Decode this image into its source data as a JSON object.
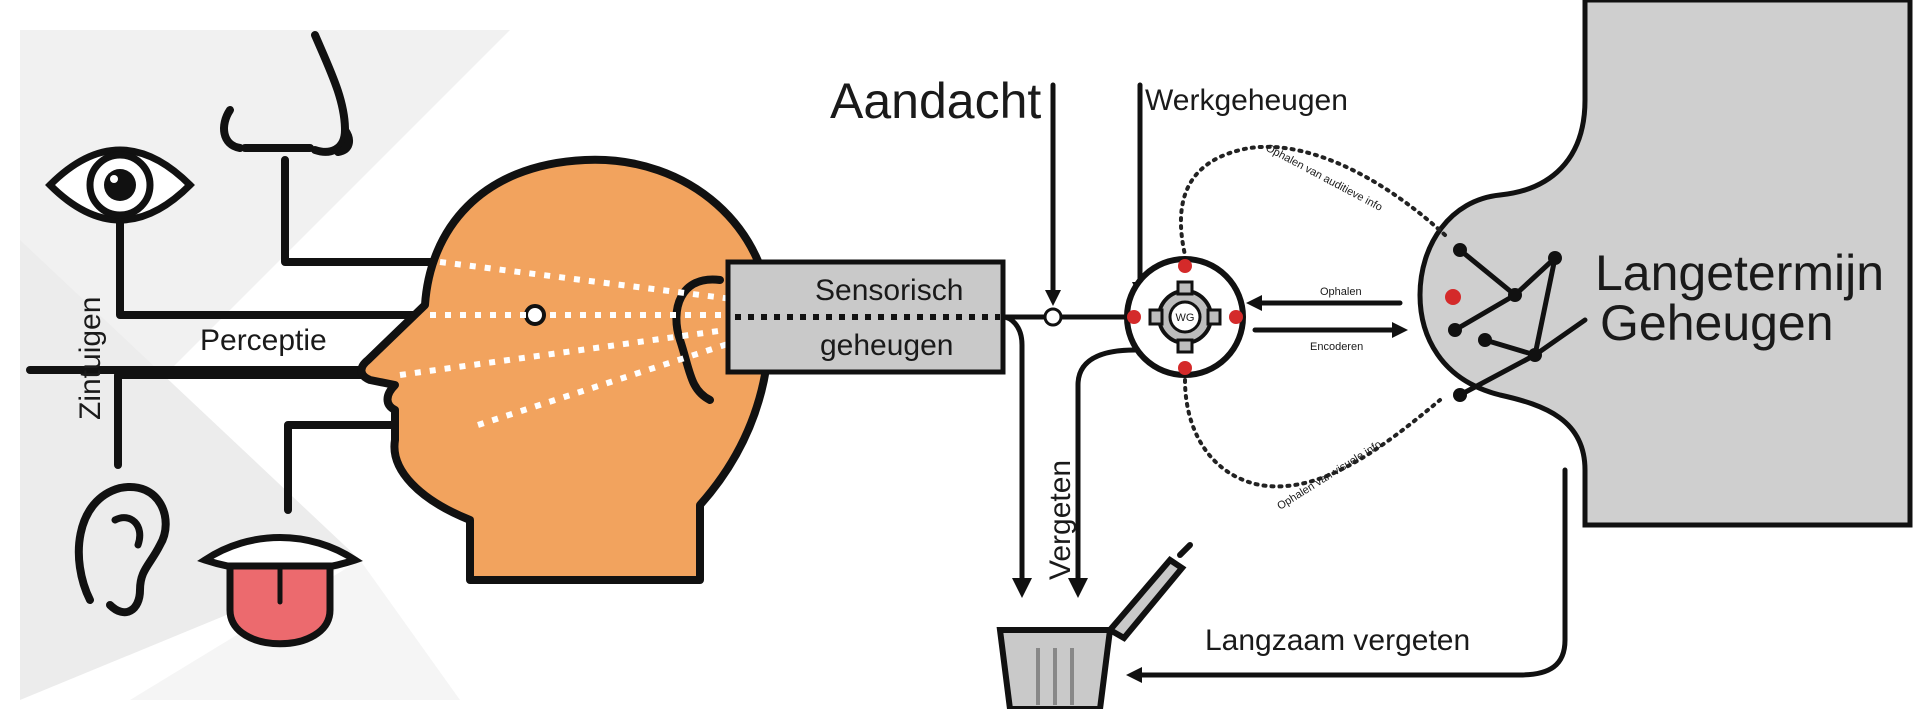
{
  "labels": {
    "attention": "Aandacht",
    "working_memory": "Werkgeheugen",
    "senses": "Zintuigen",
    "perception": "Perceptie",
    "sensory_memory_line1": "Sensorisch",
    "sensory_memory_line2": "geheugen",
    "forgetting": "Vergeten",
    "slow_forgetting": "Langzaam vergeten",
    "ltm_line1": "Langetermijn",
    "ltm_line2": "Geheugen",
    "wm_abbrev": "WG",
    "retrieve": "Ophalen",
    "encode": "Encoderen",
    "retrieve_auditory": "Ophalen van auditieve info",
    "retrieve_visual": "Ophalen van visuele info"
  },
  "colors": {
    "head": "#f2a35e",
    "tongue": "#ec6a6e",
    "ltm_fill": "#cfcfcf",
    "sensory_box": "#c9c9c9",
    "background_tri": "#eeeeee",
    "accent_dot": "#d42a2a"
  },
  "icons": [
    "eye-icon",
    "nose-icon",
    "ear-icon",
    "tongue-icon",
    "head-icon",
    "trash-can-icon",
    "gear-icon"
  ]
}
